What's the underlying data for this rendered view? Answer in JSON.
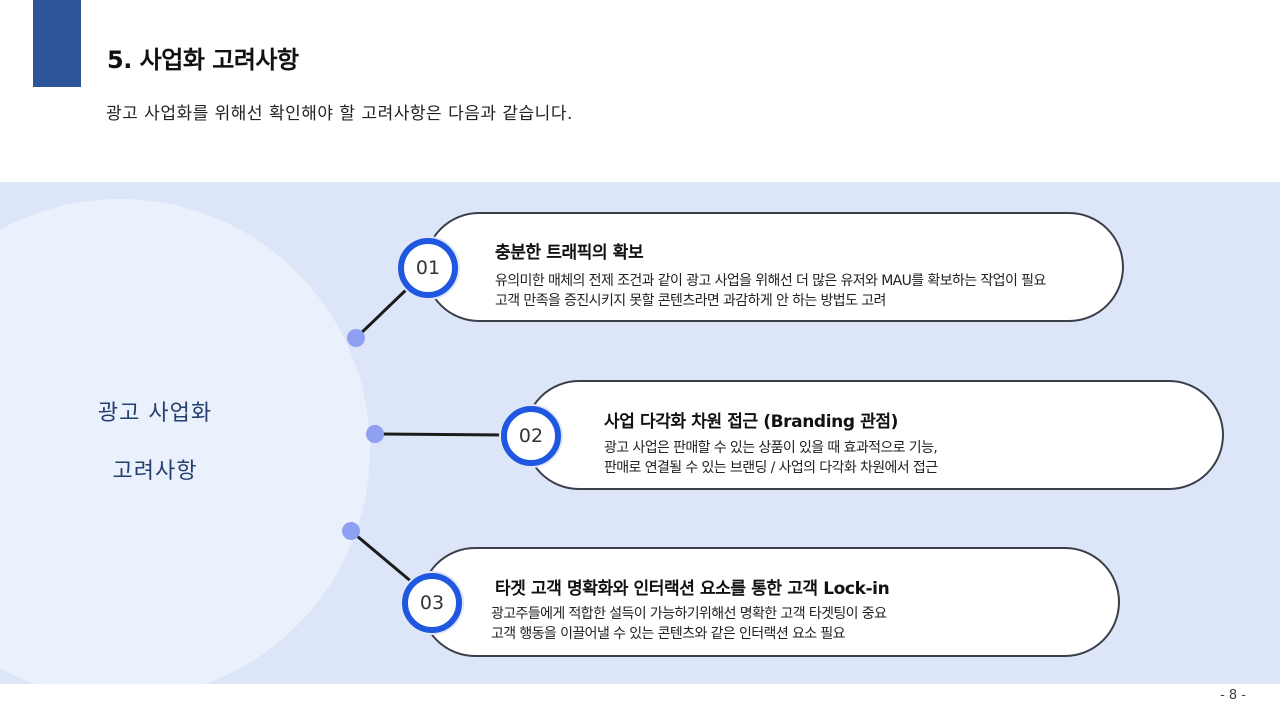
{
  "header": {
    "title": "5. 사업화 고려사항",
    "subtitle": "광고 사업화를 위해선 확인해야 할 고려사항은 다음과 같습니다."
  },
  "center": {
    "line1": "광고 사업화",
    "line2": "고려사항"
  },
  "items": [
    {
      "number": "01",
      "title": "충분한 트래픽의 확보",
      "line1": "유의미한 매체의 전제 조건과 같이 광고 사업을 위해선 더 많은 유저와 MAU를 확보하는 작업이 필요",
      "line2": "고객 만족을 증진시키지 못할 콘텐츠라면 과감하게 안 하는 방법도 고려"
    },
    {
      "number": "02",
      "title": "사업 다각화 차원 접근 (Branding 관점)",
      "line1": "광고 사업은 판매할 수 있는 상품이 있을 때 효과적으로 기능,",
      "line2": "판매로 연결될 수 있는 브랜딩 / 사업의 다각화 차원에서 접근"
    },
    {
      "number": "03",
      "title": "타겟 고객 명확화와 인터랙션 요소를 통한 고객 Lock-in",
      "line1": "광고주들에게 적합한 설득이 가능하기위해선 명확한 고객 타겟팅이 중요",
      "line2": "고객 행동을 이끌어낼 수 있는 콘텐츠와 같은 인터랙션 요소 필요"
    }
  ],
  "footer": {
    "page": "- 8 -"
  },
  "colors": {
    "accent": "#2e5597",
    "badge_ring": "#1f57e0",
    "band": "#dde6f8",
    "center_text": "#24406e"
  }
}
